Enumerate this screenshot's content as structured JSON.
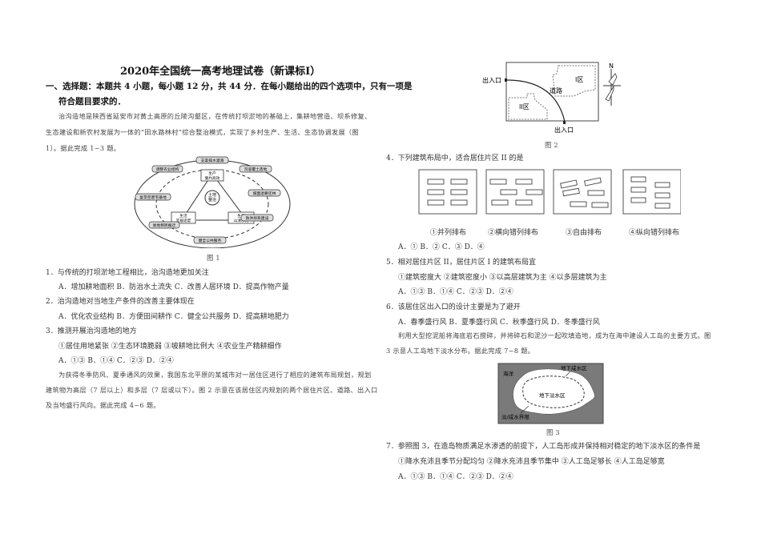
{
  "title": "2020年全国统一高考地理试卷（新课标I）",
  "section": {
    "line1": "一、选择题：本题共 4 小题，每小题 12 分，共 44 分．在每小题给出的四个选项中，只有一项是",
    "line2": "符合题目要求的．"
  },
  "passage1": {
    "line1": "治沟造地是陕西省延安市对黄土高原的丘陵沟壑区，在传统打坝淤地的基础上，集耕地营造、坝系修复、",
    "line2": "生态建设和新农村发展为一体的“田水路林村”综合整治模式，实现了乡村生产、生活、生态协调发展（图",
    "line3": "1）。据此完成 1~3 题。"
  },
  "figure1": {
    "caption": "图 1",
    "center": "土地整治",
    "inner": [
      "生产集约高效",
      "生活宜居适度",
      "生态山清水秀"
    ],
    "outer": [
      "支渠排水灌溉",
      "沟道覆土造地",
      "坡面退耕还林",
      "防洪坝系建设",
      "健全公共服务",
      "易地移民搬迁",
      "复垦空废宅基地",
      "调整农业结构"
    ]
  },
  "q1": {
    "stem": "1．与传统的打坝淤地工程相比，治沟造地更加关注",
    "options": "A．增加耕地面积   B．防治水土流失  C．改善人居环境  D．提高作物产量"
  },
  "q2": {
    "stem": "2．治沟造地对当地生产条件的改善主要体现在",
    "options": "A．优化农业结构   B．方便田间耕作  C．健全公共服务  D．提高耕地肥力"
  },
  "q3": {
    "stem": "3．推测开展治沟造地的地方",
    "items": "①居住用地紧张   ②生态环境脆弱   ③坡耕地比例大   ④农业生产精耕细作",
    "options": "A．①③  B．①④ C．②③ D．②④"
  },
  "passage2": {
    "line1": "为获得冬季防风、夏季通风的效果，我国东北平原的某城市对一居住区进行了相应的建筑布局规划，规划",
    "line2": "建筑物为高层（7 层以上）和多层（7 层或以下）。图 2 示意在该居住区内规划的两个居住片区、道路、出入口",
    "line3": "及当地盛行风向。据此完成 4~6 题。"
  },
  "figure2": {
    "caption": "图 2",
    "entrance_left": "出入口",
    "entrance_bottom": "出入口",
    "road": "道路",
    "zone1": "I区",
    "zone2": "II区",
    "north": "N"
  },
  "q4": {
    "stem": "4．下列建筑布局中，适合居住片区 II 的是",
    "layouts": [
      "①并列排布",
      "②横向错列排布",
      "③自由排布",
      "④纵向错列排布"
    ],
    "options": "A．①     B．②     C．③     D．④"
  },
  "q5": {
    "stem": "5．相对居住片区 II，居住片区 I 的建筑布局宜",
    "items": "①建筑密度大   ②建筑密度小   ③以高层建筑为主   ④以多层建筑为主",
    "options": "A．①③  B．①④ C．②③ D．②④"
  },
  "q6": {
    "stem": "6．该居住区出入口的设计主要是为了避开",
    "options": "A．春季盛行风     B．夏季盛行风     C．秋季盛行风     D．冬季盛行风"
  },
  "passage3": {
    "line1": "利用大型挖泥船将海底岩石搅碎，并将碎石和泥沙一起吹填造地，成为在海中建设人工岛的主要方式。图",
    "line2": "3 示意人工岛地下淡水分布。据此完成 7~8 题。"
  },
  "figure3": {
    "caption": "图 3",
    "sea": "海洋",
    "salt": "地下咸水区",
    "fresh": "地下淡水区",
    "boundary": "淡/咸水界限"
  },
  "q7": {
    "stem": "7．参照图 3，在造岛物质满足水渗透的前提下，人工岛形成并保持相对稳定的地下淡水区的条件是",
    "items": "①降水充沛且季节分配均匀   ②降水充沛且季节集中   ③人工岛足够长   ④人工岛足够宽",
    "options": "A．①③  B．①④ C．②③ D．②④"
  }
}
